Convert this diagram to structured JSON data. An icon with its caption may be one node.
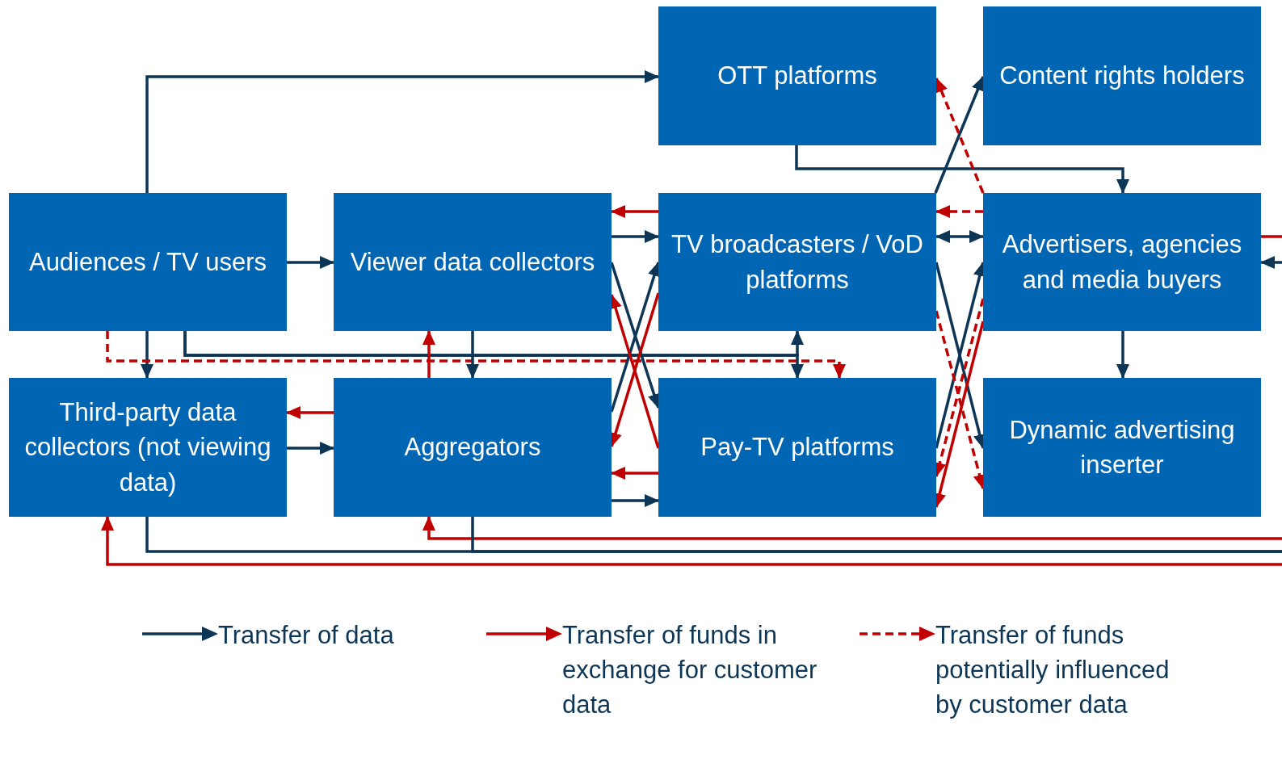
{
  "diagram": {
    "nodes": [
      {
        "text": [
          "OTT platforms"
        ]
      },
      {
        "text": [
          "Content rights holders"
        ]
      },
      {
        "text": [
          "Audiences / TV users"
        ]
      },
      {
        "text": [
          "Viewer data collectors"
        ]
      },
      {
        "text": [
          "TV broadcasters / VoD platforms"
        ]
      },
      {
        "text": [
          "Advertisers, agencies and media buyers"
        ]
      },
      {
        "text": [
          "Third-party data collectors (not viewing data)"
        ]
      },
      {
        "text": [
          "Aggregators"
        ]
      },
      {
        "text": [
          "Pay-TV platforms"
        ]
      },
      {
        "text": [
          "Dynamic advertising inserter"
        ]
      }
    ],
    "edges": [
      {
        "from": 2,
        "to": 0,
        "arrow": "to"
      },
      {
        "from": 0,
        "to": 5,
        "arrow": "to"
      },
      {
        "from": 2,
        "to": 3,
        "arrow": "to"
      },
      {
        "from": 2,
        "to": 6,
        "arrow": "to"
      },
      {
        "from": 2,
        "to": 4,
        "arrow": "to"
      },
      {
        "from": 2,
        "to": 8,
        "arrow": "to"
      },
      {
        "from": 2,
        "to": 8,
        "arrow": "to",
        "style": "dashed",
        "color": "#c00000"
      },
      {
        "from": 7,
        "to": 3,
        "arrow": "to",
        "color": "#c00000"
      },
      {
        "from": 3,
        "to": 7,
        "arrow": "to"
      },
      {
        "from": 7,
        "to": 6,
        "arrow": "to",
        "color": "#c00000"
      },
      {
        "from": 6,
        "to": 7,
        "arrow": "to"
      },
      {
        "from": 4,
        "to": 3,
        "arrow": "to",
        "color": "#c00000"
      },
      {
        "from": 3,
        "to": 4,
        "arrow": "to"
      },
      {
        "from": 3,
        "to": 8,
        "arrow": "to"
      },
      {
        "from": 7,
        "to": 4,
        "arrow": "to"
      },
      {
        "from": 8,
        "to": 3,
        "arrow": "to",
        "color": "#c00000"
      },
      {
        "from": 4,
        "to": 7,
        "arrow": "to",
        "color": "#c00000"
      },
      {
        "from": 8,
        "to": 7,
        "arrow": "to",
        "color": "#c00000"
      },
      {
        "from": 7,
        "to": 8,
        "arrow": "to"
      },
      {
        "from": 4,
        "to": 1,
        "arrow": "to"
      },
      {
        "from": 5,
        "to": 0,
        "arrow": "to",
        "style": "dashed",
        "color": "#c00000"
      },
      {
        "from": 5,
        "to": 4,
        "arrow": "to",
        "style": "dashed",
        "color": "#c00000"
      },
      {
        "from": 4,
        "to": 5,
        "arrow": "both"
      },
      {
        "from": 4,
        "to": 9,
        "arrow": "to"
      },
      {
        "from": 8,
        "to": 5,
        "arrow": "to"
      },
      {
        "from": 5,
        "to": 8,
        "arrow": "to",
        "style": "dashed",
        "color": "#c00000"
      },
      {
        "from": 5,
        "to": 8,
        "arrow": "to",
        "color": "#c00000"
      },
      {
        "from": 4,
        "to": 9,
        "arrow": "to",
        "style": "dashed",
        "color": "#c00000"
      },
      {
        "from": 5,
        "to": 9,
        "arrow": "to"
      },
      {
        "from": 5,
        "to": null,
        "arrow": "none",
        "color": "#c00000"
      },
      {
        "from": null,
        "to": 5,
        "arrow": "to"
      },
      {
        "from": null,
        "to": 7,
        "arrow": "to",
        "color": "#c00000"
      },
      {
        "from": null,
        "to": 6,
        "arrow": "to",
        "color": "#c00000"
      },
      {
        "from": 6,
        "to": null,
        "arrow": "none"
      },
      {
        "from": 7,
        "to": null,
        "arrow": "none"
      }
    ],
    "legend": [
      {
        "text": "Transfer of data"
      },
      {
        "text": "Transfer of funds in exchange for customer data"
      },
      {
        "text": "Transfer of funds potentially influenced by customer data"
      }
    ]
  }
}
